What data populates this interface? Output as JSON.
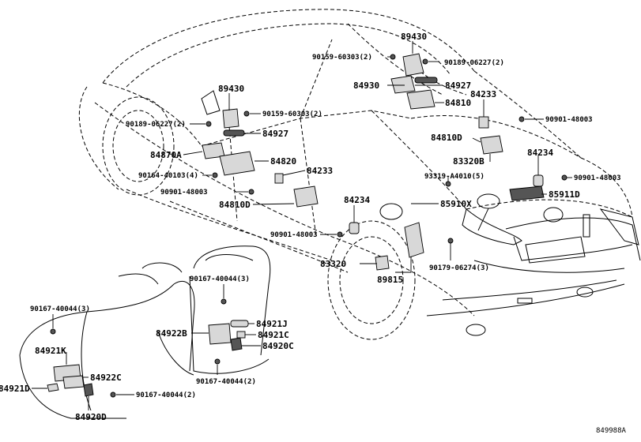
{
  "diagram": {
    "code": "849988A",
    "labels": {
      "p89430_top": "89430",
      "p90159_top": "90159-60303(2)",
      "p90189_top": "90189-06227(2)",
      "p84930": "84930",
      "p84927_top": "84927",
      "p84810_top": "84810",
      "p84233_top": "84233",
      "p90901_a": "90901-48003",
      "p84810d_top": "84810D",
      "p83320b": "83320B",
      "p84234_right": "84234",
      "p93319": "93319-A4010(5)",
      "p90901_b": "90901-48003",
      "p85911d": "85911D",
      "p85910x": "85910X",
      "p89430_left": "89430",
      "p90159_left": "90159-60303(2)",
      "p90189_left": "90189-06227(2)",
      "p84927_left": "84927",
      "p84870a": "84870A",
      "p84820": "84820",
      "p90164": "90164-40103(4)",
      "p84233_mid": "84233",
      "p90901_c": "90901-48003",
      "p84810d_mid": "84810D",
      "p84234_mid": "84234",
      "p90901_d": "90901-48003",
      "p83320": "83320",
      "p90179": "90179-06274(3)",
      "p89815": "89815",
      "p90167_top": "90167-40044(3)",
      "p90167_left": "90167-40044(3)",
      "p84922b": "84922B",
      "p84921j": "84921J",
      "p84921c": "84921C",
      "p84920c": "84920C",
      "p84921k": "84921K",
      "p84922c": "84922C",
      "p84921d": "84921D",
      "p90167_bot_mid": "90167-40044(2)",
      "p90167_bot": "90167-40044(2)",
      "p84920d": "84920D"
    }
  }
}
